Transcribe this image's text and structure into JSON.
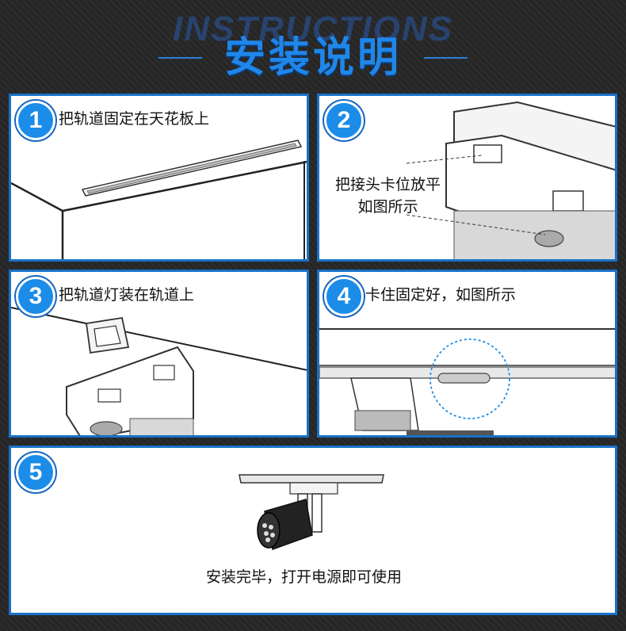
{
  "header": {
    "watermark": "INSTRUCTIONS",
    "title": "安装说明"
  },
  "steps": [
    {
      "number": "1",
      "text": "把轨道固定在天花板上"
    },
    {
      "number": "2",
      "text_line1": "把接头卡位放平",
      "text_line2": "如图所示"
    },
    {
      "number": "3",
      "text": "把轨道灯装在轨道上"
    },
    {
      "number": "4",
      "text": "卡住固定好，如图所示"
    },
    {
      "number": "5",
      "text": "安装完毕，打开电源即可使用"
    }
  ],
  "colors": {
    "accent": "#1b8ce8",
    "border": "#1a70c8",
    "background": "#262626"
  }
}
